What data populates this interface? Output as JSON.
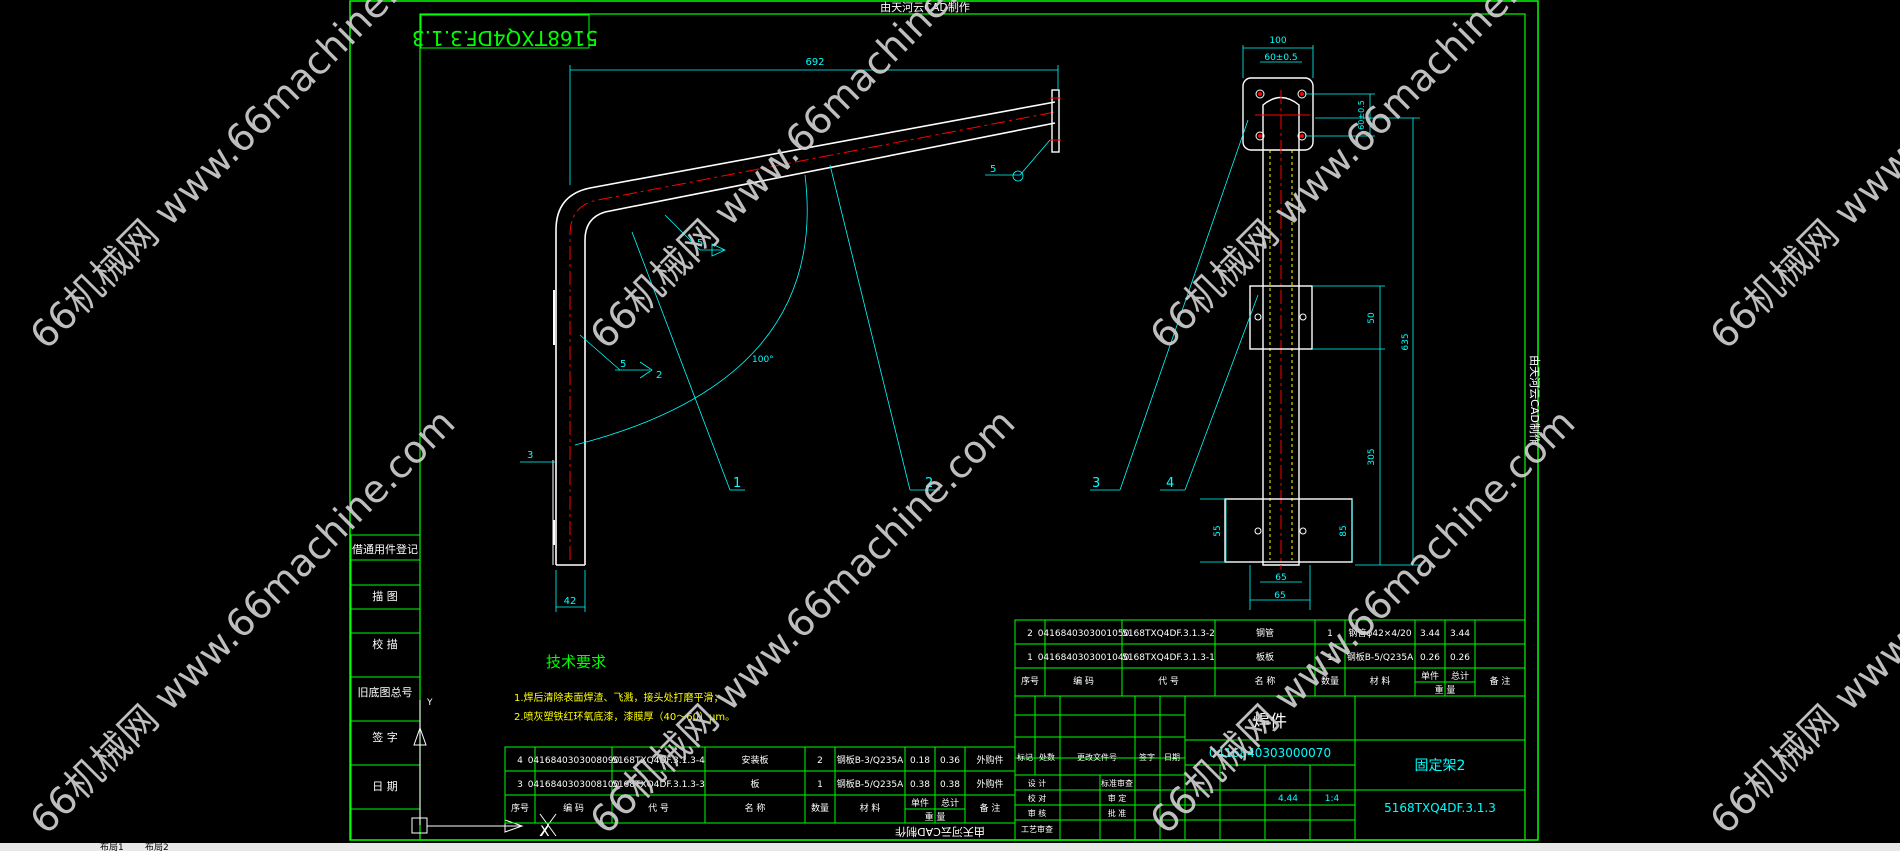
{
  "colors": {
    "background": "#000000",
    "frame": "#00ff00",
    "geometry": "#ffffff",
    "dimension": "#00ffff",
    "centerline": "#ff0000",
    "weld": "#ffff00"
  },
  "header_text": "由天河云CAD制作",
  "footer_text": "由天河云CAD制作",
  "side_text": "由天河云CAD制作",
  "drawing_number_box": "5168TXQ4DF.3.1.3",
  "left_view": {
    "dim_length": "692",
    "dim_bottom": "42",
    "dim_left": "3",
    "dim_angle": "100°",
    "weld_symbols": [
      "5",
      "5",
      "5",
      "2"
    ],
    "balloons": [
      "1",
      "2",
      "3",
      "4"
    ]
  },
  "right_view": {
    "dim_top_width": "100",
    "dim_hole_spacing": "60±0.5",
    "dim_hole_offset": "60±0.5",
    "dim_total_height": "635",
    "dim_block_height": "50",
    "dim_mid_span": "305",
    "dim_lower_block": "85",
    "dim_lower_left": "55",
    "dim_bottom_width": "65",
    "dim_bottom_inner": "65"
  },
  "left_column": {
    "labels": [
      "借通用件登记",
      "描 图",
      "校 描",
      "旧底图总号",
      "签 字",
      "日 期"
    ]
  },
  "technical_requirements": {
    "title": "技术要求",
    "lines": [
      "1.焊后清除表面焊渣、飞溅，接头处打磨平滑；",
      "2.喷灰塑铁红环氧底漆，漆膜厚（40～60）μm。"
    ]
  },
  "bom_bottom": {
    "rows": [
      [
        "4",
        "0416840303008090",
        "5168TXQ4DF.3.1.3-4",
        "安装板",
        "2",
        "钢板B-3/Q235A",
        "0.18",
        "0.36",
        "外购件"
      ],
      [
        "3",
        "0416840303008100",
        "5168TXQ4DF.3.1.3-3",
        "板",
        "1",
        "钢板B-5/Q235A",
        "0.38",
        "0.38",
        "外购件"
      ]
    ],
    "header": [
      "序号",
      "编 码",
      "代 号",
      "名 称",
      "数量",
      "材 料",
      "单件",
      "总计",
      "备 注"
    ],
    "weight_label": "重 量"
  },
  "bom_top": {
    "rows": [
      [
        "2",
        "0416840303001050",
        "5168TXQ4DF.3.1.3-2",
        "钢管",
        "1",
        "钢管φ42×4/20",
        "3.44",
        "3.44",
        ""
      ],
      [
        "1",
        "0416840303001040",
        "5168TXQ4DF.3.1.3-1",
        "板板",
        "1",
        "钢板B-5/Q235A",
        "0.26",
        "0.26",
        ""
      ]
    ],
    "header": [
      "序号",
      "编 码",
      "代 号",
      "名 称",
      "数量",
      "材 料",
      "单件",
      "总计",
      "备 注"
    ],
    "weight_label": "重 量"
  },
  "title_block": {
    "type": "焊件",
    "code": "0416840303000070",
    "part_name": "固定架2",
    "drawing_no": "5168TXQ4DF.3.1.3",
    "weight": "4.44",
    "scale": "1:4",
    "labels": [
      "标记",
      "处数",
      "更改文件号",
      "签字",
      "日期",
      "设 计",
      "标准审查",
      "校 对",
      "审 定",
      "审 核",
      "批 准",
      "工艺审查"
    ]
  },
  "watermark": "66机械网 www.66machine.com",
  "layout_tabs": [
    "布局1",
    "布局2"
  ]
}
